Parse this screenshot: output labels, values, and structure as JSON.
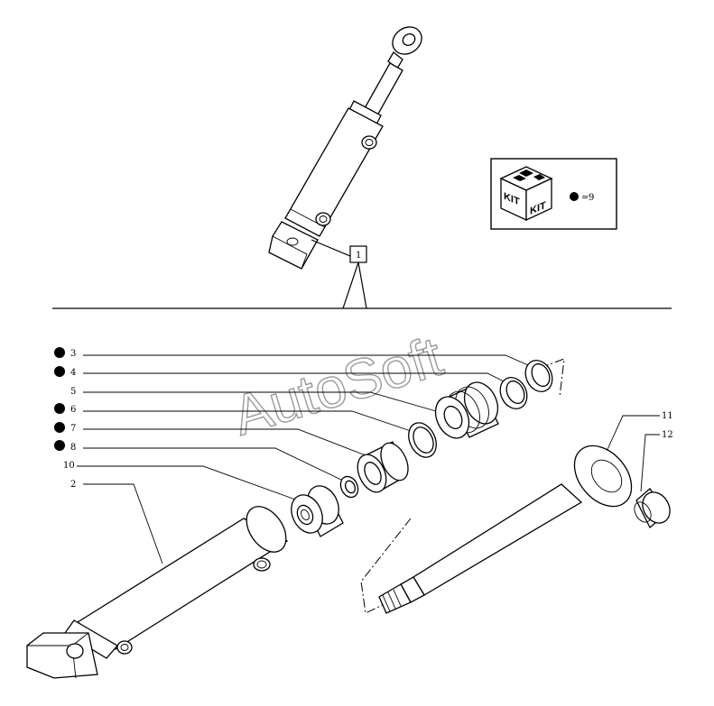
{
  "watermark": "AutoSoft",
  "assembly_ref": "1",
  "kit_box": {
    "kit_label_left": "KIT",
    "kit_label_right": "KIT",
    "equals": "=",
    "ref": "9"
  },
  "callouts": [
    {
      "ref": "3",
      "kit": true
    },
    {
      "ref": "4",
      "kit": true
    },
    {
      "ref": "5",
      "kit": false
    },
    {
      "ref": "6",
      "kit": true
    },
    {
      "ref": "7",
      "kit": true
    },
    {
      "ref": "8",
      "kit": true
    },
    {
      "ref": "10",
      "kit": false
    },
    {
      "ref": "2",
      "kit": false
    },
    {
      "ref": "11",
      "kit": false
    },
    {
      "ref": "12",
      "kit": false
    }
  ]
}
